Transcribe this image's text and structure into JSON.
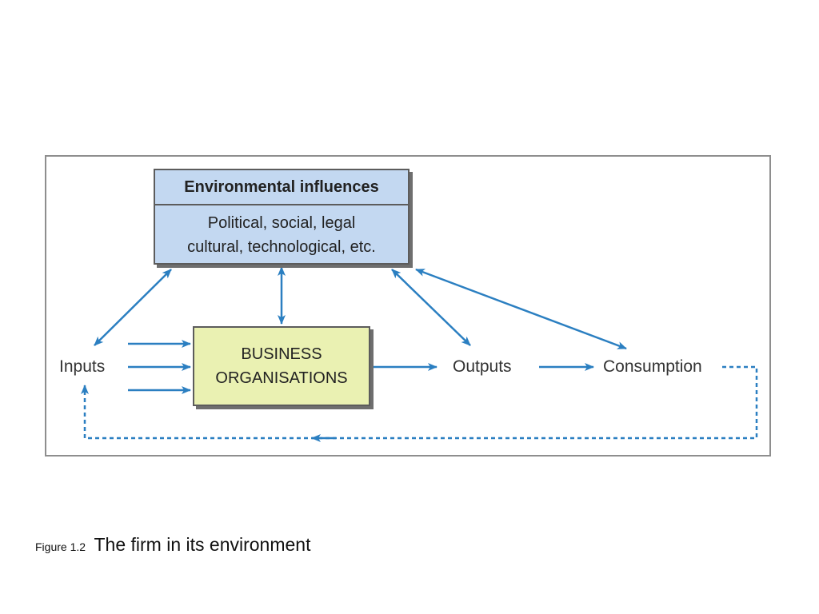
{
  "diagram": {
    "environment_box": {
      "title": "Environmental influences",
      "body_lines": [
        "Political, social, legal",
        "cultural, technological, etc."
      ]
    },
    "business_box": {
      "lines": [
        "BUSINESS",
        "ORGANISATIONS"
      ]
    },
    "nodes": {
      "inputs": "Inputs",
      "outputs": "Outputs",
      "consumption": "Consumption"
    },
    "colors": {
      "arrow": "#2b7fc1",
      "environment_fill": "#c3d8f1",
      "business_fill": "#eaf1b2",
      "frame_border": "#8e8e8e"
    }
  },
  "caption": {
    "number": "Figure 1.2",
    "title": "The firm in its environment"
  }
}
